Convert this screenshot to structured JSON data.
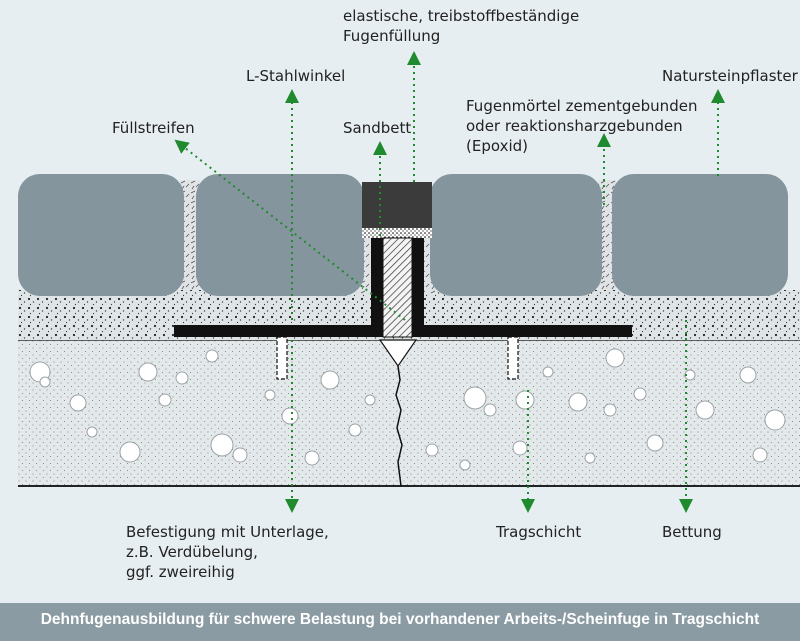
{
  "labels": {
    "fugenfuellung": [
      "elastische, treibstoffbeständige",
      "Fugenfüllung"
    ],
    "stahlwinkel": "L-Stahlwinkel",
    "natursteinpflaster": "Natursteinpflaster",
    "fuellstreifen": "Füllstreifen",
    "sandbett": "Sandbett",
    "fugenmoertel": [
      "Fugenmörtel zementgebunden",
      "oder reaktionsharzgebunden",
      "(Epoxid)"
    ],
    "befestigung": [
      "Befestigung mit Unterlage,",
      "z.B. Verdübelung,",
      "ggf. zweireihig"
    ],
    "tragschicht": "Tragschicht",
    "bettung": "Bettung"
  },
  "caption": "Dehnfugenausbildung für schwere Belastung bei vorhandener Arbeits-/Scheinfuge in Tragschicht",
  "colors": {
    "background": "#e7eef1",
    "stone": "#84959d",
    "steel": "#111111",
    "elastic_filler": "#3b3b3b",
    "leader_arrows": "#1f8a2e",
    "caption_bar": "#8b9ba4"
  }
}
